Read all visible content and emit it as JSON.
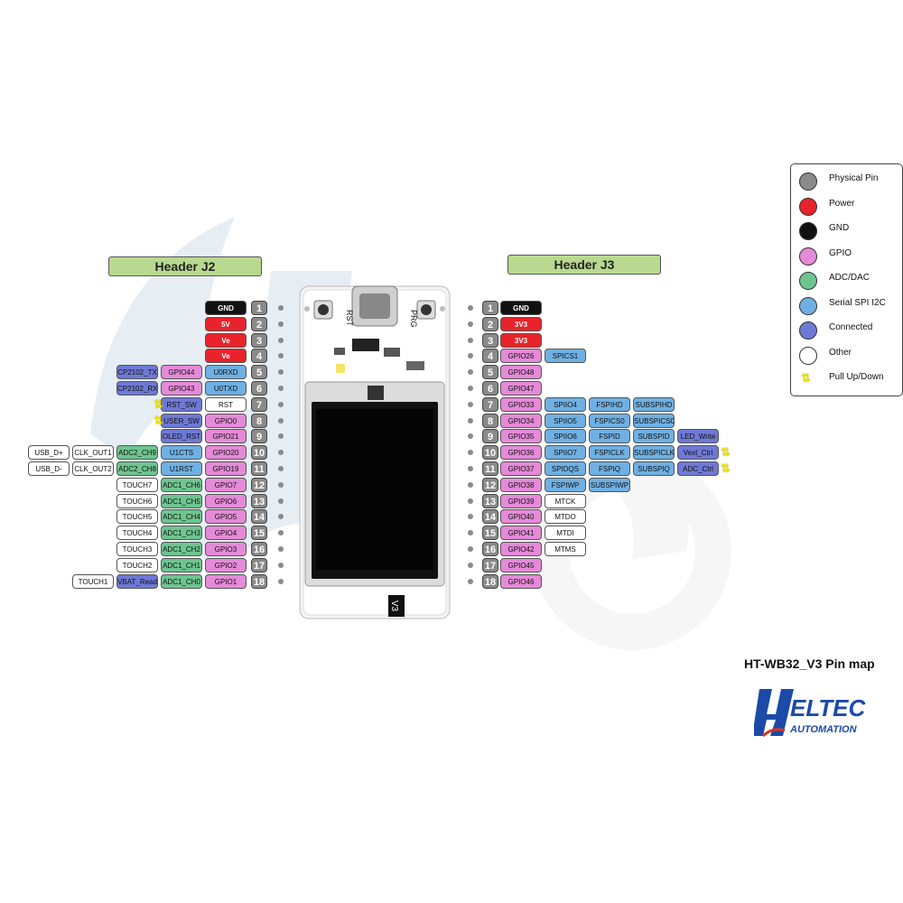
{
  "headers": {
    "left": "Header J2",
    "right": "Header J3"
  },
  "colors": {
    "black": "#111111",
    "red": "#e8232b",
    "gpio": "#e58ad8",
    "adc": "#6ec58f",
    "spi": "#6fb0e3",
    "conn": "#6e79d6",
    "other": "#ffffff",
    "physical": "#8a8a8a"
  },
  "left_pins": [
    {
      "num": "1",
      "labels": [
        {
          "text": "GND",
          "color": "black"
        }
      ]
    },
    {
      "num": "2",
      "labels": [
        {
          "text": "5V",
          "color": "red"
        }
      ]
    },
    {
      "num": "3",
      "labels": [
        {
          "text": "Ve",
          "color": "red"
        }
      ]
    },
    {
      "num": "4",
      "labels": [
        {
          "text": "Ve",
          "color": "red"
        }
      ]
    },
    {
      "num": "5",
      "labels": [
        {
          "text": "U0RXD",
          "color": "spi"
        },
        {
          "text": "GPIO44",
          "color": "gpio"
        },
        {
          "text": "CP2102_TX",
          "color": "conn"
        }
      ]
    },
    {
      "num": "6",
      "labels": [
        {
          "text": "U0TXD",
          "color": "spi"
        },
        {
          "text": "GPIO43",
          "color": "gpio"
        },
        {
          "text": "CP2102_RX",
          "color": "conn"
        }
      ]
    },
    {
      "num": "7",
      "labels": [
        {
          "text": "RST",
          "color": "other"
        },
        {
          "text": "RST_SW",
          "color": "conn"
        }
      ],
      "arrow": true
    },
    {
      "num": "8",
      "labels": [
        {
          "text": "GPIO0",
          "color": "gpio"
        },
        {
          "text": "USER_SW",
          "color": "conn"
        }
      ],
      "arrow": true
    },
    {
      "num": "9",
      "labels": [
        {
          "text": "GPIO21",
          "color": "gpio"
        },
        {
          "text": "OLED_RST",
          "color": "conn"
        }
      ]
    },
    {
      "num": "10",
      "labels": [
        {
          "text": "GPIO20",
          "color": "gpio"
        },
        {
          "text": "U1CTS",
          "color": "spi"
        },
        {
          "text": "ADC2_CH9",
          "color": "adc"
        },
        {
          "text": "CLK_OUT1",
          "color": "other"
        },
        {
          "text": "USB_D+",
          "color": "other"
        }
      ]
    },
    {
      "num": "11",
      "labels": [
        {
          "text": "GPIO19",
          "color": "gpio"
        },
        {
          "text": "U1RST",
          "color": "spi"
        },
        {
          "text": "ADC2_CH8",
          "color": "adc"
        },
        {
          "text": "CLK_OUT2",
          "color": "other"
        },
        {
          "text": "USB_D-",
          "color": "other"
        }
      ]
    },
    {
      "num": "12",
      "labels": [
        {
          "text": "GPIO7",
          "color": "gpio"
        },
        {
          "text": "ADC1_CH6",
          "color": "adc"
        },
        {
          "text": "TOUCH7",
          "color": "other"
        }
      ]
    },
    {
      "num": "13",
      "labels": [
        {
          "text": "GPIO6",
          "color": "gpio"
        },
        {
          "text": "ADC1_CH5",
          "color": "adc"
        },
        {
          "text": "TOUCH6",
          "color": "other"
        }
      ]
    },
    {
      "num": "14",
      "labels": [
        {
          "text": "GPIO5",
          "color": "gpio"
        },
        {
          "text": "ADC1_CH4",
          "color": "adc"
        },
        {
          "text": "TOUCH5",
          "color": "other"
        }
      ]
    },
    {
      "num": "15",
      "labels": [
        {
          "text": "GPIO4",
          "color": "gpio"
        },
        {
          "text": "ADC1_CH3",
          "color": "adc"
        },
        {
          "text": "TOUCH4",
          "color": "other"
        }
      ]
    },
    {
      "num": "16",
      "labels": [
        {
          "text": "GPIO3",
          "color": "gpio"
        },
        {
          "text": "ADC1_CH2",
          "color": "adc"
        },
        {
          "text": "TOUCH3",
          "color": "other"
        }
      ]
    },
    {
      "num": "17",
      "labels": [
        {
          "text": "GPIO2",
          "color": "gpio"
        },
        {
          "text": "ADC1_CH1",
          "color": "adc"
        },
        {
          "text": "TOUCH2",
          "color": "other"
        }
      ]
    },
    {
      "num": "18",
      "labels": [
        {
          "text": "GPIO1",
          "color": "gpio"
        },
        {
          "text": "ADC1_CH0",
          "color": "adc"
        },
        {
          "text": "VBAT_Read",
          "color": "conn"
        },
        {
          "text": "TOUCH1",
          "color": "other"
        }
      ]
    }
  ],
  "right_pins": [
    {
      "num": "1",
      "labels": [
        {
          "text": "GND",
          "color": "black"
        }
      ]
    },
    {
      "num": "2",
      "labels": [
        {
          "text": "3V3",
          "color": "red"
        }
      ]
    },
    {
      "num": "3",
      "labels": [
        {
          "text": "3V3",
          "color": "red"
        }
      ]
    },
    {
      "num": "4",
      "labels": [
        {
          "text": "GPIO26",
          "color": "gpio"
        },
        {
          "text": "SPICS1",
          "color": "spi"
        }
      ]
    },
    {
      "num": "5",
      "labels": [
        {
          "text": "GPIO48",
          "color": "gpio"
        }
      ]
    },
    {
      "num": "6",
      "labels": [
        {
          "text": "GPIO47",
          "color": "gpio"
        }
      ]
    },
    {
      "num": "7",
      "labels": [
        {
          "text": "GPIO33",
          "color": "gpio"
        },
        {
          "text": "SPIIO4",
          "color": "spi"
        },
        {
          "text": "FSPIHD",
          "color": "spi"
        },
        {
          "text": "SUBSPIHD",
          "color": "spi"
        }
      ]
    },
    {
      "num": "8",
      "labels": [
        {
          "text": "GPIO34",
          "color": "gpio"
        },
        {
          "text": "SPIIO5",
          "color": "spi"
        },
        {
          "text": "FSPICS0",
          "color": "spi"
        },
        {
          "text": "SUBSPICS0",
          "color": "spi"
        }
      ]
    },
    {
      "num": "9",
      "labels": [
        {
          "text": "GPIO35",
          "color": "gpio"
        },
        {
          "text": "SPIIO6",
          "color": "spi"
        },
        {
          "text": "FSPID",
          "color": "spi"
        },
        {
          "text": "SUBSPID",
          "color": "spi"
        },
        {
          "text": "LED_Write",
          "color": "conn"
        }
      ]
    },
    {
      "num": "10",
      "labels": [
        {
          "text": "GPIO36",
          "color": "gpio"
        },
        {
          "text": "SPIIO7",
          "color": "spi"
        },
        {
          "text": "FSPICLK",
          "color": "spi"
        },
        {
          "text": "SUBSPICLK",
          "color": "spi"
        },
        {
          "text": "Vext_Ctrl",
          "color": "conn"
        }
      ],
      "arrow": true
    },
    {
      "num": "11",
      "labels": [
        {
          "text": "GPIO37",
          "color": "gpio"
        },
        {
          "text": "SPIDQS",
          "color": "spi"
        },
        {
          "text": "FSPIQ",
          "color": "spi"
        },
        {
          "text": "SUBSPIQ",
          "color": "spi"
        },
        {
          "text": "ADC_Ctrl",
          "color": "conn"
        }
      ],
      "arrow": true
    },
    {
      "num": "12",
      "labels": [
        {
          "text": "GPIO38",
          "color": "gpio"
        },
        {
          "text": "FSPIWP",
          "color": "spi"
        },
        {
          "text": "SUBSPIWP",
          "color": "spi"
        }
      ]
    },
    {
      "num": "13",
      "labels": [
        {
          "text": "GPIO39",
          "color": "gpio"
        },
        {
          "text": "MTCK",
          "color": "other"
        }
      ]
    },
    {
      "num": "14",
      "labels": [
        {
          "text": "GPIO40",
          "color": "gpio"
        },
        {
          "text": "MTDO",
          "color": "other"
        }
      ]
    },
    {
      "num": "15",
      "labels": [
        {
          "text": "GPIO41",
          "color": "gpio"
        },
        {
          "text": "MTDI",
          "color": "other"
        }
      ]
    },
    {
      "num": "16",
      "labels": [
        {
          "text": "GPIO42",
          "color": "gpio"
        },
        {
          "text": "MTMS",
          "color": "other"
        }
      ]
    },
    {
      "num": "17",
      "labels": [
        {
          "text": "GPIO45",
          "color": "gpio"
        }
      ]
    },
    {
      "num": "18",
      "labels": [
        {
          "text": "GPIO46",
          "color": "gpio"
        }
      ]
    }
  ],
  "legend": [
    {
      "label": "Physical Pin",
      "color": "#8a8a8a"
    },
    {
      "label": "Power",
      "color": "#e8232b"
    },
    {
      "label": "GND",
      "color": "#111111"
    },
    {
      "label": "GPIO",
      "color": "#e58ad8"
    },
    {
      "label": "ADC/DAC",
      "color": "#6ec58f"
    },
    {
      "label": "Serial SPI I2C",
      "color": "#6fb0e3"
    },
    {
      "label": "Connected",
      "color": "#6e79d6"
    },
    {
      "label": "Other",
      "color": "#ffffff"
    },
    {
      "label": "Pull Up/Down",
      "color": "arrow"
    }
  ],
  "board": {
    "button_rst": "RST",
    "button_prg": "PRG",
    "version_mark": "V3"
  },
  "pinmap_title": "HT-WB32_V3 Pin map",
  "brand": {
    "name": "HELTEC",
    "sub": "AUTOMATION"
  }
}
